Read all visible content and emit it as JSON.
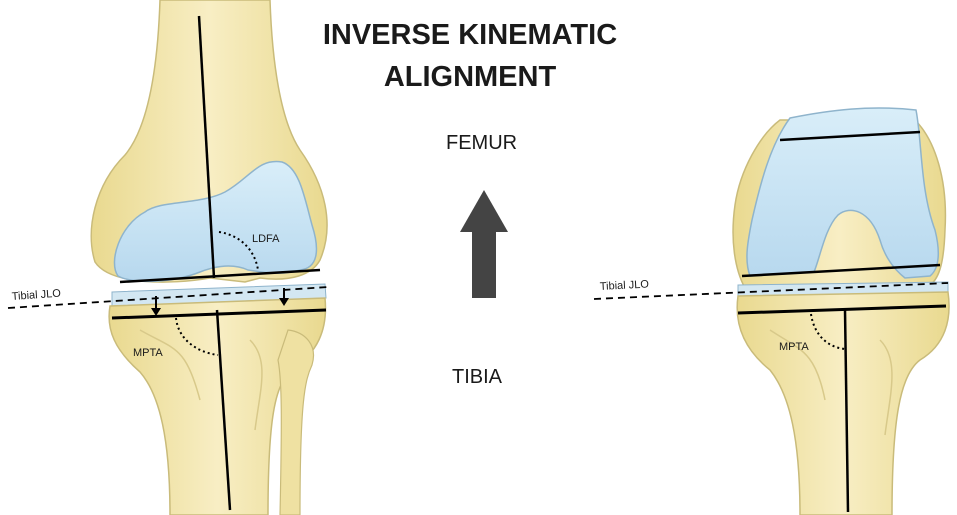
{
  "title_line1": "INVERSE KINEMATIC",
  "title_line2": "ALIGNMENT",
  "femur_label": "FEMUR",
  "tibia_label": "TIBIA",
  "left_knee": {
    "tibial_jlo_label": "Tibial JLO",
    "ldfa_label": "LDFA",
    "mpta_label": "MPTA"
  },
  "right_knee": {
    "tibial_jlo_label": "Tibial JLO",
    "mpta_label": "MPTA"
  },
  "colors": {
    "bone": "#f5e9b5",
    "bone_outline": "#c9bb7a",
    "implant": "#c8e3f3",
    "implant_outline": "#8fb4cc",
    "arrow": "#444444",
    "line": "#000000"
  }
}
